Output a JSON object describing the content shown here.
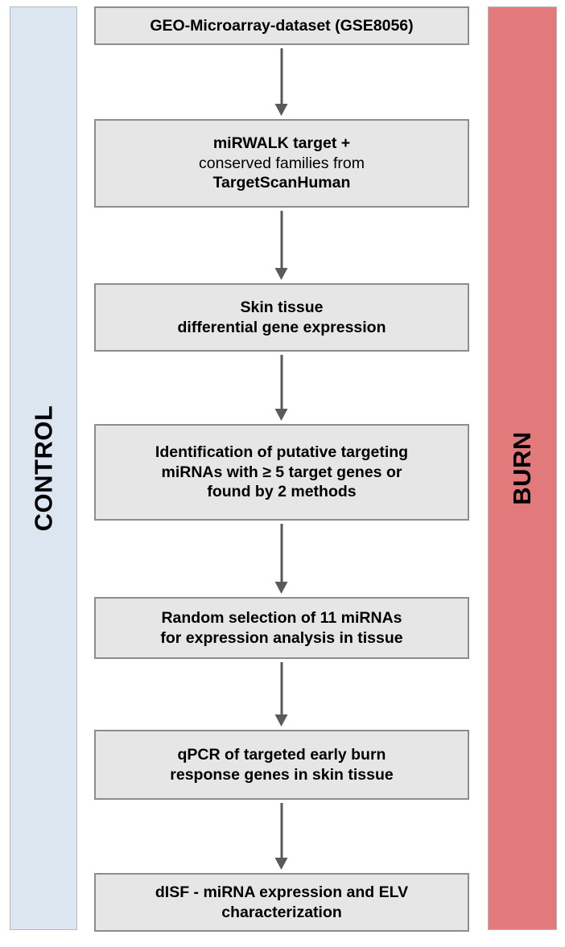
{
  "groups": {
    "left": {
      "label": "CONTROL",
      "color": "#dce6f1"
    },
    "right": {
      "label": "BURN",
      "color": "#e2797a"
    }
  },
  "flow": {
    "node_fill": "#e6e6e6",
    "node_border": "#8d8d8d",
    "arrow_color": "#5a5a5a",
    "nodes": [
      {
        "id": "geo-dataset",
        "lines": [
          {
            "text": "GEO-Microarray-dataset (GSE8056)",
            "bold": true
          }
        ]
      },
      {
        "id": "mirwalk-target",
        "lines": [
          {
            "text": "miRWALK target +",
            "bold": true
          },
          {
            "text": "conserved families from",
            "bold": false
          },
          {
            "text": "TargetScanHuman",
            "bold": true
          }
        ]
      },
      {
        "id": "skin-tissue-dge",
        "lines": [
          {
            "text": "Skin tissue",
            "bold": true
          },
          {
            "text": "differential gene expression",
            "bold": true
          }
        ]
      },
      {
        "id": "identification-putative-mirnas",
        "lines": [
          {
            "text": "Identification of putative targeting",
            "bold": true
          },
          {
            "text": "miRNAs with ≥ 5 target genes or",
            "bold": true
          },
          {
            "text": "found by 2 methods",
            "bold": true
          }
        ]
      },
      {
        "id": "random-selection",
        "lines": [
          {
            "text": "Random selection of 11 miRNAs",
            "bold": true
          },
          {
            "text": "for expression analysis in tissue",
            "bold": true
          }
        ]
      },
      {
        "id": "qpcr-burn-genes",
        "lines": [
          {
            "text": "qPCR of targeted early burn",
            "bold": true
          },
          {
            "text": "response genes in skin tissue",
            "bold": true
          }
        ]
      },
      {
        "id": "disf-mirna-elv",
        "lines": [
          {
            "text": "dISF - miRNA expression and ELV",
            "bold": true
          },
          {
            "text": "characterization",
            "bold": true
          }
        ]
      }
    ],
    "arrows": [
      {
        "from": "geo-dataset",
        "to": "mirwalk-target"
      },
      {
        "from": "mirwalk-target",
        "to": "skin-tissue-dge"
      },
      {
        "from": "skin-tissue-dge",
        "to": "identification-putative-mirnas"
      },
      {
        "from": "identification-putative-mirnas",
        "to": "random-selection"
      },
      {
        "from": "random-selection",
        "to": "qpcr-burn-genes"
      },
      {
        "from": "qpcr-burn-genes",
        "to": "disf-mirna-elv"
      }
    ]
  }
}
